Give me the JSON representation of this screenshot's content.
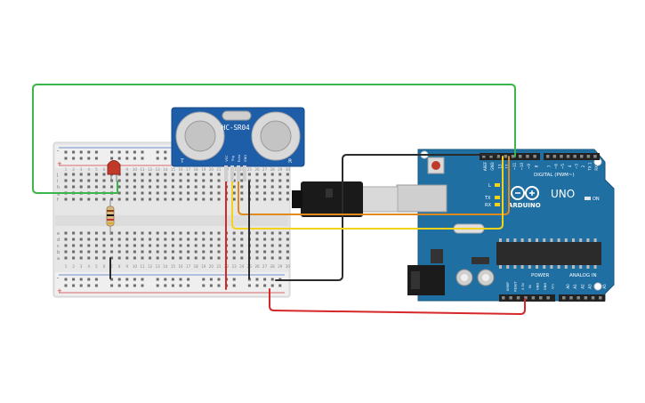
{
  "sensor": {
    "model_label": "HC-SR04",
    "pin_labels": [
      "VCC",
      "Trig",
      "Echo",
      "GND"
    ],
    "side_t": "T",
    "side_r": "R"
  },
  "breadboard": {
    "row_letters_top": [
      "j",
      "i",
      "h",
      "g",
      "f"
    ],
    "row_letters_bottom": [
      "e",
      "d",
      "c",
      "b",
      "a"
    ],
    "column_numbers": [
      "1",
      "2",
      "3",
      "4",
      "5",
      "6",
      "7",
      "8",
      "9",
      "10",
      "11",
      "12",
      "13",
      "14",
      "15",
      "16",
      "17",
      "18",
      "19",
      "20",
      "21",
      "22",
      "23",
      "24",
      "25",
      "26",
      "27",
      "28",
      "29",
      "30"
    ],
    "rail_plus": "+",
    "rail_minus": "-"
  },
  "arduino": {
    "brand": "ARDUINO",
    "model": "UNO",
    "digital_header": "DIGITAL (PWM~)",
    "power_header": "POWER",
    "analog_header": "ANALOG IN",
    "on_label": "ON",
    "led_l": "L",
    "led_tx": "TX",
    "led_rx": "RX",
    "digital_pins": [
      "AREF",
      "GND",
      "13",
      "12",
      "~11",
      "~10",
      "~9",
      "8",
      "7",
      "~6",
      "~5",
      "4",
      "~3",
      "2",
      "TX 1",
      "RX 0"
    ],
    "power_pins": [
      "IOREF",
      "RESET",
      "3.3V",
      "5V",
      "GND",
      "GND",
      "Vin"
    ],
    "analog_pins": [
      "A0",
      "A1",
      "A2",
      "A3",
      "A4",
      "A5"
    ]
  },
  "colors": {
    "board_blue": "#1f6fa3",
    "wire_green": "#3cb54a",
    "wire_red": "#d62828",
    "wire_black": "#2b2b2b",
    "wire_orange": "#e08a1e",
    "wire_yellow": "#f2d21b",
    "led_red": "#c0392b",
    "breadboard": "#e9e9e9"
  }
}
